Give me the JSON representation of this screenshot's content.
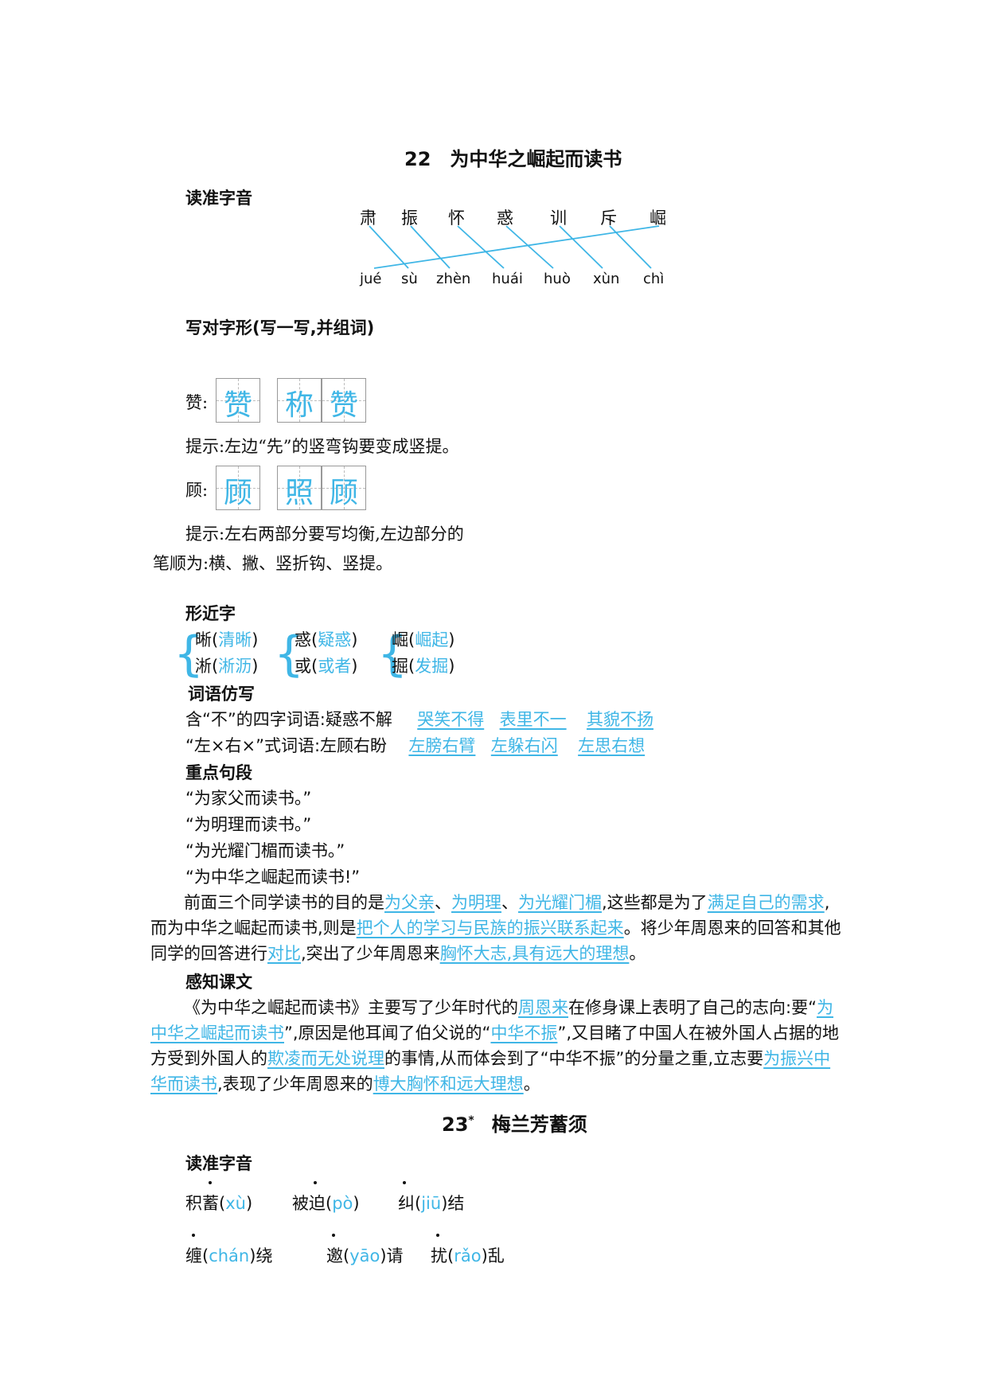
{
  "lesson22": {
    "title": "22　为中华之崛起而读书",
    "section_pronounce": "读准字音",
    "chars": [
      "肃",
      "振",
      "怀",
      "惑",
      "训",
      "斥",
      "崛"
    ],
    "pinyin": [
      "jué",
      "sù",
      "zhèn",
      "huái",
      "huò",
      "xùn",
      "chì"
    ],
    "section_write": "写对字形(写一写,并组词)",
    "zan_label": "赞:",
    "zan_single": "赞",
    "zan_word": [
      "称",
      "赞"
    ],
    "zan_hint": "提示:左边“先”的竖弯钩要变成竖提。",
    "gu_label": "顾:",
    "gu_single": "顾",
    "gu_word": [
      "照",
      "顾"
    ],
    "gu_hint_1": "提示:左右两部分要写均衡,左边部分的",
    "gu_hint_2": "笔顺为:横、撇、竖折钩、竖提。",
    "section_similar": "形近字",
    "similar": {
      "xi_char": "晰(",
      "xi_word": "清晰",
      "close": ")",
      "huo_char": "惑(",
      "huo_word": "疑惑",
      "jue_char": "崛(",
      "jue_word": "崛起",
      "xi2_char": "淅(",
      "xi2_word": "淅沥",
      "huo2_char": "或(",
      "huo2_word": "或者",
      "jue2_char": "掘(",
      "jue2_word": "发掘"
    },
    "section_imitate": "词语仿写",
    "imitate_1_prefix": "含“不”的四字词语:疑惑不解",
    "imitate_1_answers": [
      "哭笑不得",
      "表里不一",
      "其貌不扬"
    ],
    "imitate_2_prefix": "“左×右×”式词语:左顾右盼",
    "imitate_2_answers": [
      "左膀右臂",
      "左躲右闪",
      "左思右想"
    ],
    "section_key": "重点句段",
    "quotes": [
      "“为家父而读书。”",
      "“为明理而读书。”",
      "“为光耀门楣而读书。”",
      "“为中华之崛起而读书!”"
    ],
    "key_para": {
      "t1": "前面三个同学读书的目的是",
      "a1": "为父亲",
      "t2": "、",
      "a2": "为明理",
      "t3": "、",
      "a3": "为光耀门楣",
      "t4": ",这些都是为了",
      "a4": "满足自己的需求",
      "t5": ",而为中华之崛起而读书,则是",
      "a5": "把个人的学习与民族的振兴联系起来",
      "t6": "。将少年周恩来的回答和其他同学的回答进行",
      "a6": "对比",
      "t7": ",突出了少年周恩来",
      "a7": "胸怀大志,具有远大的理想",
      "t8": "。"
    },
    "section_perceive": "感知课文",
    "perceive_para": {
      "t1": "《为中华之崛起而读书》主要写了少年时代的",
      "a1": "周恩来",
      "t2": "在修身课上表明了自己的志向:要“",
      "a2": "为中华之崛起而读书",
      "t3": "”,原因是他耳闻了伯父说的“",
      "a3": "中华不振",
      "t4": "”,又目睹了中国人在被外国人占据的地方受到外国人的",
      "a4": "欺凌而无处说理",
      "t5": "的事情,从而体会到了“中华不振”的分量之重,立志要",
      "a5": "为振兴中华而读书",
      "t6": ",表现了少年周恩来的",
      "a6": "博大胸怀和远大理想",
      "t7": "。"
    }
  },
  "lesson23": {
    "title_num": "23",
    "title_star": "*",
    "title_text": "梅兰芳蓄须",
    "section_pronounce": "读准字音",
    "items": [
      {
        "pre": "积蓄(",
        "py": "xù",
        "post": ")"
      },
      {
        "pre": "被迫(",
        "py": "pò",
        "post": ")"
      },
      {
        "pre": "纠(",
        "py": "jiū",
        "post": ")结"
      },
      {
        "pre": "缠(",
        "py": "chán",
        "post": ")绕"
      },
      {
        "pre": "邀(",
        "py": "yāo",
        "post": ")请"
      },
      {
        "pre": "扰(",
        "py": "rǎo",
        "post": ")乱"
      }
    ]
  },
  "colors": {
    "answer": "#3fb6e6",
    "text": "#111111"
  }
}
